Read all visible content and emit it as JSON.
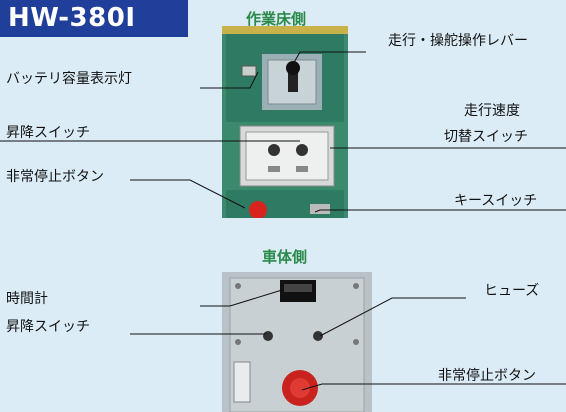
{
  "header": {
    "model": "HW-380I"
  },
  "sections": {
    "top_title": "作業床側",
    "bottom_title": "車体側"
  },
  "top_labels": {
    "lever": "走行・操舵操作レバー",
    "battery": "バッテリ容量表示灯",
    "speed_line1": "走行速度",
    "speed_line2": "切替スイッチ",
    "lift_switch": "昇降スイッチ",
    "emergency": "非常停止ボタン",
    "key_switch": "キースイッチ"
  },
  "bottom_labels": {
    "hour_meter": "時間計",
    "lift_switch": "昇降スイッチ",
    "fuse": "ヒューズ",
    "emergency": "非常停止ボタン"
  }
}
